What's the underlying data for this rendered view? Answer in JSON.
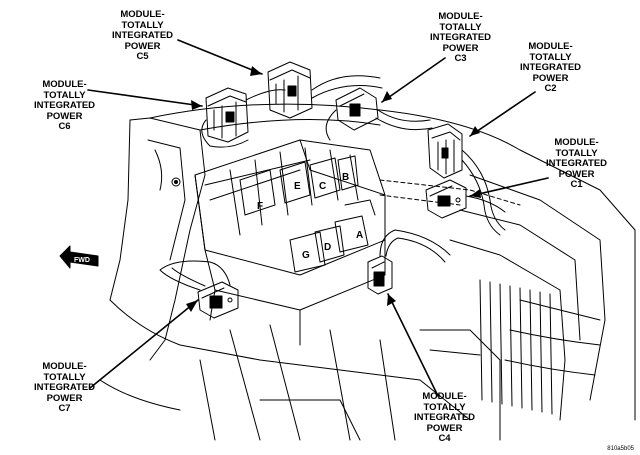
{
  "callouts": {
    "c5": [
      "MODULE-",
      "TOTALLY",
      "INTEGRATED",
      "POWER",
      "C5"
    ],
    "c3": [
      "MODULE-",
      "TOTALLY",
      "INTEGRATED",
      "POWER",
      "C3"
    ],
    "c2": [
      "MODULE-",
      "TOTALLY",
      "INTEGRATED",
      "POWER",
      "C2"
    ],
    "c6": [
      "MODULE-",
      "TOTALLY",
      "INTEGRATED",
      "POWER",
      "C6"
    ],
    "c1": [
      "MODULE-",
      "TOTALLY",
      "INTEGRATED",
      "POWER",
      "C1"
    ],
    "c7": [
      "MODULE-",
      "TOTALLY",
      "INTEGRATED",
      "POWER",
      "C7"
    ],
    "c4": [
      "MODULE-",
      "TOTALLY",
      "INTEGRATED",
      "POWER",
      "C4"
    ]
  },
  "slot_labels": {
    "a": "A",
    "b": "B",
    "c": "C",
    "d": "D",
    "e": "E",
    "f": "F",
    "g": "G"
  },
  "front_arrow": "FWD",
  "figure_code": "810a5b05"
}
